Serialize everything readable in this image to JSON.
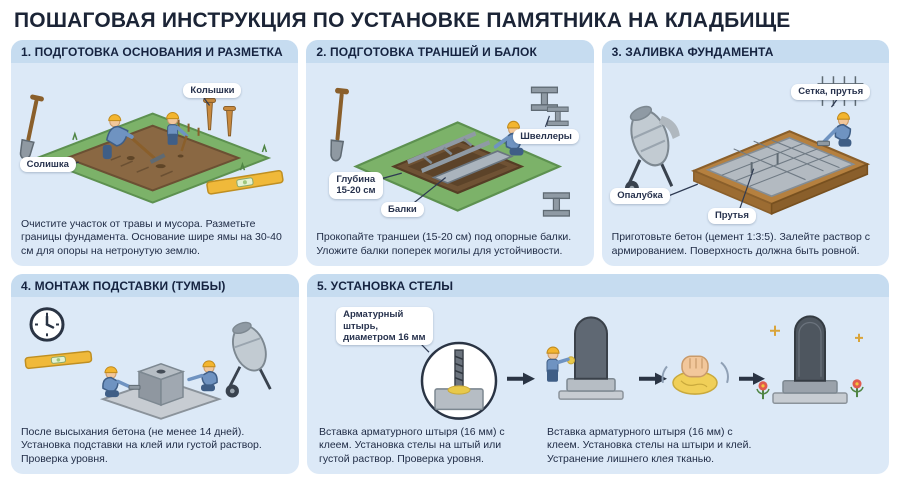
{
  "page": {
    "title": "ПОШАГОВАЯ ИНСТРУКЦИЯ ПО УСТАНОВКЕ ПАМЯТНИКА НА КЛАДБИЩЕ"
  },
  "colors": {
    "panel_bg": "#dce9f7",
    "panel_header_bg": "#c6dcf0",
    "title_text": "#1b2436",
    "caption_text": "#1e2a44",
    "grass": "#7cb269",
    "dirt": "#8a6843",
    "steel": "#9aa5af",
    "wood": "#b5803f",
    "helmet_yellow": "#f3b52f",
    "level_yellow": "#f0b93a",
    "glue_yellow": "#e8c94a"
  },
  "panels": [
    {
      "number": "1",
      "title": "1. ПОДГОТОВКА ОСНОВАНИЯ И РАЗМЕТКА",
      "labels": {
        "pegs": "Колышки",
        "sole": "Солишка"
      },
      "caption": "Очистите участок от травы и мусора. Разметьте границы фундамента. Основание шире ямы на 30-40 см для опоры на нетронутую землю."
    },
    {
      "number": "2",
      "title": "2. ПОДГОТОВКА ТРАНШЕЙ И БАЛОК",
      "labels": {
        "channels": "Швеллеры",
        "depth": "Глубина\n15-20 см",
        "beams": "Балки"
      },
      "caption": "Прокопайте траншеи (15-20 см) под опорные балки. Уложите балки поперек могилы для устойчивости."
    },
    {
      "number": "3",
      "title": "3. ЗАЛИВКА ФУНДАМЕНТА",
      "labels": {
        "mesh": "Сетка, прутья",
        "formwork": "Опалубка",
        "rods": "Прутья"
      },
      "caption": "Приготовьте бетон (цемент 1:3:5). Залейте раствор с армированием. Поверхность должна быть ровной."
    },
    {
      "number": "4",
      "title": "4. МОНТАЖ ПОДСТАВКИ (ТУМБЫ)",
      "caption": "После высыхания бетона (не менее 14 дней). Установка подставки на клей или густой раствор. Проверка уровня."
    },
    {
      "number": "5",
      "title": "5. УСТАНОВКА СТЕЛЫ",
      "labels": {
        "pin": "Арматурный\nштырь,\nдиаметром 16 мм"
      },
      "captions": [
        "Вставка арматурного штыря (16 мм) с клеем. Установка стелы на штый или густой раствор. Проверка уровня.",
        "Вставка арматурного штыря (16 мм) с клеем. Установка стелы на штыри и клей. Устранение лишнего клея тканью."
      ]
    }
  ]
}
